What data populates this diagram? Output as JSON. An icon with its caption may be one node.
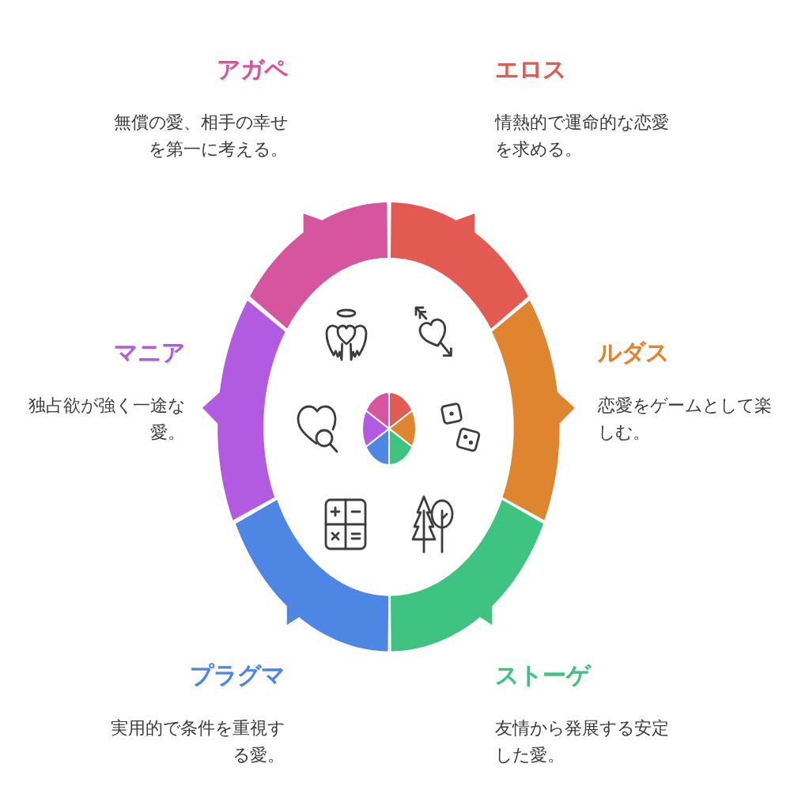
{
  "diagram": {
    "nodes": [
      {
        "text": [
          "アガペ",
          "無償の愛、相手の幸せを第一に考える。"
        ]
      },
      {
        "text": [
          "エロス",
          "情熱的で運命的な恋愛を求める。"
        ]
      },
      {
        "text": [
          "マニア",
          "独占欲が強く一途な愛。"
        ]
      },
      {
        "text": [
          "ルダス",
          "恋愛をゲームとして楽しむ。"
        ]
      },
      {
        "text": [
          "プラグマ",
          "実用的で条件を重視する愛。"
        ]
      },
      {
        "text": [
          "ストーゲ",
          "友情から発展する安定した愛。"
        ]
      }
    ]
  }
}
